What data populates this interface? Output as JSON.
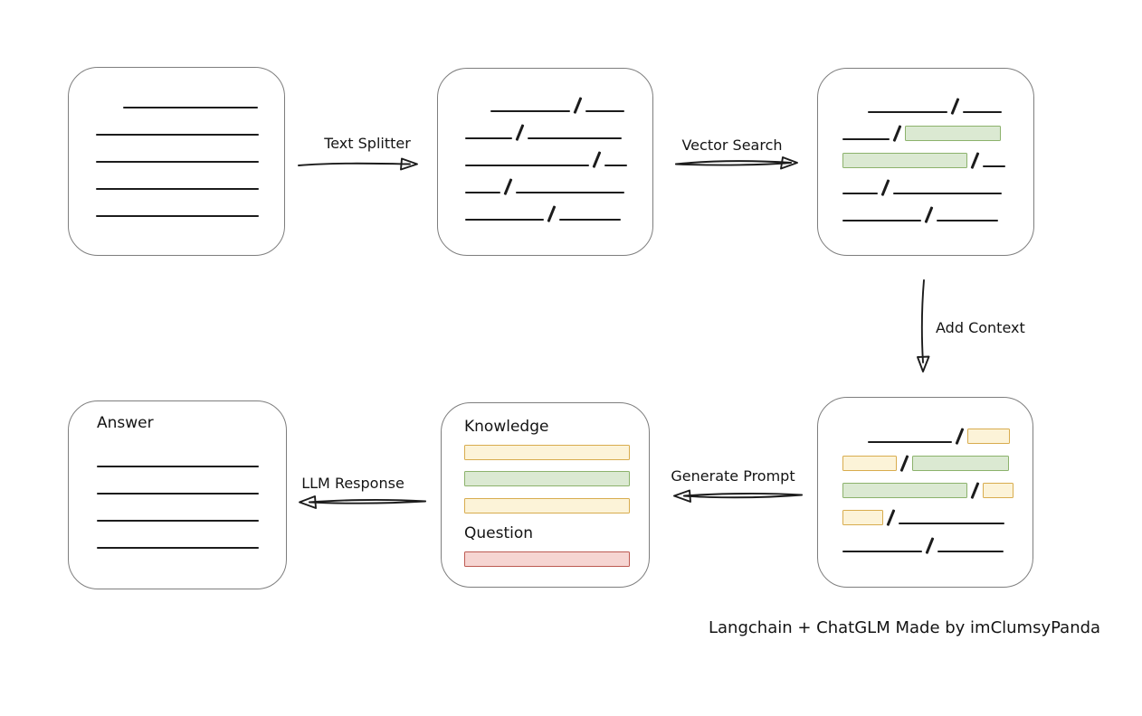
{
  "colors": {
    "ink": "#1c1c1c",
    "box_border": "#7e7e7e",
    "green_fill": "#dbe9d2",
    "green_border": "#8cb26c",
    "yellow_fill": "#fcf3d8",
    "yellow_border": "#d8ac4e",
    "red_fill": "#f6d5d2",
    "red_border": "#bd5a52"
  },
  "labels": {
    "text_splitter": "Text Splitter",
    "vector_search": "Vector Search",
    "add_context": "Add Context",
    "generate_prompt": "Generate Prompt",
    "llm_response": "LLM Response",
    "credit": "Langchain + ChatGLM Made by imClumsyPanda"
  },
  "boxes": {
    "source_document": {
      "rows": [
        {
          "h": 30,
          "items": [
            {
              "t": "line",
              "w": 149,
              "ml": 30
            }
          ]
        },
        {
          "h": 30,
          "items": [
            {
              "t": "line",
              "w": 180
            }
          ]
        },
        {
          "h": 30,
          "items": [
            {
              "t": "line",
              "w": 180
            }
          ]
        },
        {
          "h": 30,
          "items": [
            {
              "t": "line",
              "w": 180
            }
          ]
        },
        {
          "h": 30,
          "items": [
            {
              "t": "line",
              "w": 180
            }
          ]
        }
      ]
    },
    "split_text": {
      "rows": [
        {
          "h": 30,
          "items": [
            {
              "t": "line",
              "w": 88,
              "ml": 28
            },
            {
              "t": "slash"
            },
            {
              "t": "line",
              "w": 43
            }
          ]
        },
        {
          "h": 30,
          "items": [
            {
              "t": "line",
              "w": 52
            },
            {
              "t": "slash"
            },
            {
              "t": "line",
              "w": 104
            }
          ]
        },
        {
          "h": 30,
          "items": [
            {
              "t": "line",
              "w": 137
            },
            {
              "t": "slash"
            },
            {
              "t": "line",
              "w": 25
            }
          ]
        },
        {
          "h": 30,
          "items": [
            {
              "t": "line",
              "w": 39
            },
            {
              "t": "slash"
            },
            {
              "t": "line",
              "w": 120
            }
          ]
        },
        {
          "h": 30,
          "items": [
            {
              "t": "line",
              "w": 87
            },
            {
              "t": "slash"
            },
            {
              "t": "line",
              "w": 68
            }
          ]
        }
      ]
    },
    "vector_result": {
      "rows": [
        {
          "h": 30,
          "items": [
            {
              "t": "line",
              "w": 88,
              "ml": 28
            },
            {
              "t": "slash"
            },
            {
              "t": "line",
              "w": 43
            }
          ]
        },
        {
          "h": 30,
          "items": [
            {
              "t": "line",
              "w": 52
            },
            {
              "t": "slash"
            },
            {
              "t": "chip",
              "c": "green",
              "w": 106
            }
          ]
        },
        {
          "h": 30,
          "items": [
            {
              "t": "chip",
              "c": "green",
              "w": 138
            },
            {
              "t": "slash"
            },
            {
              "t": "line",
              "w": 25
            }
          ]
        },
        {
          "h": 30,
          "items": [
            {
              "t": "line",
              "w": 39
            },
            {
              "t": "slash"
            },
            {
              "t": "line",
              "w": 120
            }
          ]
        },
        {
          "h": 30,
          "items": [
            {
              "t": "line",
              "w": 87
            },
            {
              "t": "slash"
            },
            {
              "t": "line",
              "w": 68
            }
          ]
        }
      ]
    },
    "context_result": {
      "rows": [
        {
          "h": 30,
          "items": [
            {
              "t": "line",
              "w": 93,
              "ml": 28
            },
            {
              "t": "slash"
            },
            {
              "t": "chip",
              "c": "yellow",
              "w": 47
            }
          ]
        },
        {
          "h": 30,
          "items": [
            {
              "t": "chip",
              "c": "yellow",
              "w": 60
            },
            {
              "t": "slash"
            },
            {
              "t": "chip",
              "c": "green",
              "w": 107
            }
          ]
        },
        {
          "h": 30,
          "items": [
            {
              "t": "chip",
              "c": "green",
              "w": 138
            },
            {
              "t": "slash"
            },
            {
              "t": "chip",
              "c": "yellow",
              "w": 34
            }
          ]
        },
        {
          "h": 30,
          "items": [
            {
              "t": "chip",
              "c": "yellow",
              "w": 45
            },
            {
              "t": "slash"
            },
            {
              "t": "line",
              "w": 117
            }
          ]
        },
        {
          "h": 31,
          "items": [
            {
              "t": "line",
              "w": 88
            },
            {
              "t": "slash"
            },
            {
              "t": "line",
              "w": 73
            }
          ]
        }
      ]
    },
    "prompt": {
      "rows": [
        {
          "items": [
            {
              "t": "label",
              "text": "Knowledge"
            }
          ]
        },
        {
          "mt": 9,
          "items": [
            {
              "t": "chip",
              "c": "yellow",
              "w": 183
            }
          ]
        },
        {
          "mt": 13,
          "items": [
            {
              "t": "chip",
              "c": "green",
              "w": 183
            }
          ]
        },
        {
          "mt": 14,
          "items": [
            {
              "t": "chip",
              "c": "yellow",
              "w": 183
            }
          ]
        },
        {
          "mt": 13,
          "items": [
            {
              "t": "label",
              "text": "Question"
            }
          ]
        },
        {
          "mt": 9,
          "items": [
            {
              "t": "chip",
              "c": "red",
              "w": 183
            }
          ]
        }
      ]
    },
    "answer": {
      "rows": [
        {
          "items": [
            {
              "t": "label",
              "text": "Answer"
            }
          ]
        },
        {
          "h": 30,
          "mt": 8,
          "items": [
            {
              "t": "line",
              "w": 179
            }
          ]
        },
        {
          "h": 30,
          "items": [
            {
              "t": "line",
              "w": 179
            }
          ]
        },
        {
          "h": 30,
          "items": [
            {
              "t": "line",
              "w": 179
            }
          ]
        },
        {
          "h": 30,
          "items": [
            {
              "t": "line",
              "w": 179
            }
          ]
        }
      ]
    }
  }
}
